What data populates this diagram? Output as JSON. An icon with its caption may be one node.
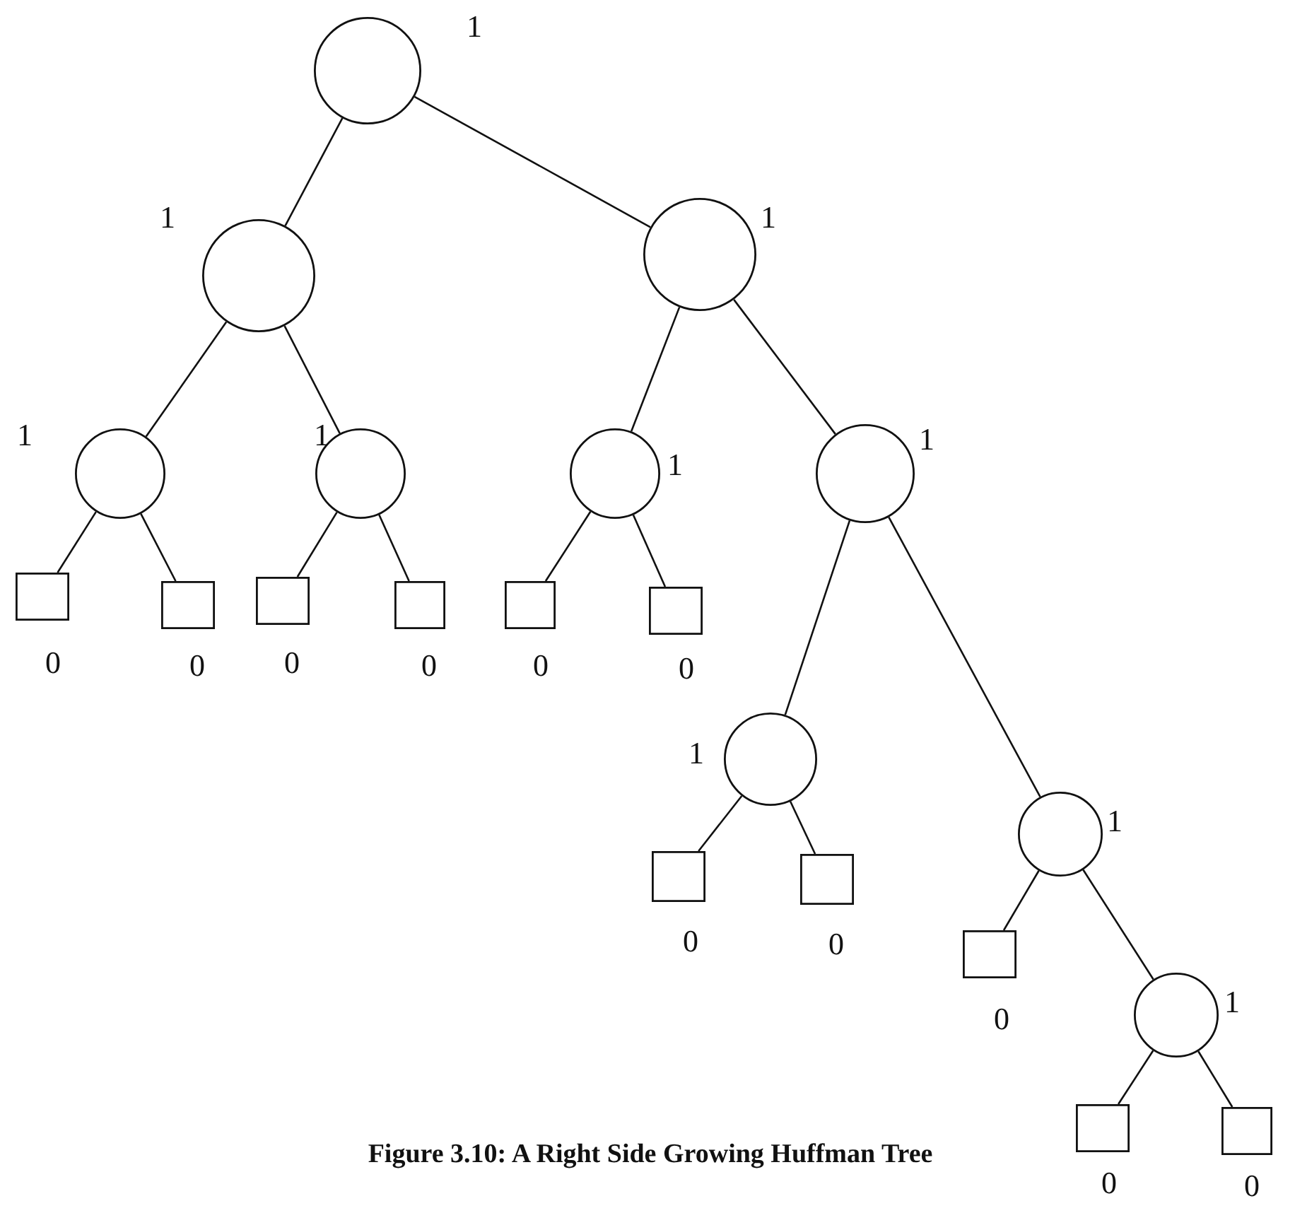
{
  "diagram": {
    "caption": "Figure 3.10: A Right Side Growing Huffman Tree",
    "nodes": [
      {
        "text": [],
        "shape": "circle",
        "beside": [
          "1"
        ]
      },
      {
        "text": [],
        "shape": "circle",
        "beside": [
          "1"
        ]
      },
      {
        "text": [],
        "shape": "circle",
        "beside": [
          "1"
        ]
      },
      {
        "text": [],
        "shape": "circle",
        "beside": [
          "1"
        ]
      },
      {
        "text": [],
        "shape": "circle",
        "beside": [
          "1"
        ]
      },
      {
        "text": [],
        "shape": "circle",
        "beside": [
          "1"
        ]
      },
      {
        "text": [],
        "shape": "circle",
        "beside": [
          "1"
        ]
      },
      {
        "text": [],
        "shape": "box",
        "beside": [
          "0"
        ]
      },
      {
        "text": [],
        "shape": "box",
        "beside": [
          "0"
        ]
      },
      {
        "text": [],
        "shape": "box",
        "beside": [
          "0"
        ]
      },
      {
        "text": [],
        "shape": "box",
        "beside": [
          "0"
        ]
      },
      {
        "text": [],
        "shape": "box",
        "beside": [
          "0"
        ]
      },
      {
        "text": [],
        "shape": "box",
        "beside": [
          "0"
        ]
      },
      {
        "text": [],
        "shape": "circle",
        "beside": [
          "1"
        ]
      },
      {
        "text": [],
        "shape": "circle",
        "beside": [
          "1"
        ]
      },
      {
        "text": [],
        "shape": "box",
        "beside": [
          "0"
        ]
      },
      {
        "text": [],
        "shape": "box",
        "beside": [
          "0"
        ]
      },
      {
        "text": [],
        "shape": "box",
        "beside": [
          "0"
        ]
      },
      {
        "text": [],
        "shape": "circle",
        "beside": [
          "1"
        ]
      },
      {
        "text": [],
        "shape": "box",
        "beside": [
          "0"
        ]
      },
      {
        "text": [],
        "shape": "box",
        "beside": [
          "0"
        ]
      }
    ],
    "edges": [
      {
        "from": 0,
        "to": 1,
        "arrow": "none"
      },
      {
        "from": 0,
        "to": 2,
        "arrow": "none"
      },
      {
        "from": 1,
        "to": 3,
        "arrow": "none"
      },
      {
        "from": 1,
        "to": 4,
        "arrow": "none"
      },
      {
        "from": 2,
        "to": 5,
        "arrow": "none"
      },
      {
        "from": 2,
        "to": 6,
        "arrow": "none"
      },
      {
        "from": 3,
        "to": 7,
        "arrow": "none"
      },
      {
        "from": 3,
        "to": 8,
        "arrow": "none"
      },
      {
        "from": 4,
        "to": 9,
        "arrow": "none"
      },
      {
        "from": 4,
        "to": 10,
        "arrow": "none"
      },
      {
        "from": 5,
        "to": 11,
        "arrow": "none"
      },
      {
        "from": 5,
        "to": 12,
        "arrow": "none"
      },
      {
        "from": 6,
        "to": 13,
        "arrow": "none"
      },
      {
        "from": 6,
        "to": 14,
        "arrow": "none"
      },
      {
        "from": 13,
        "to": 15,
        "arrow": "none"
      },
      {
        "from": 13,
        "to": 16,
        "arrow": "none"
      },
      {
        "from": 14,
        "to": 17,
        "arrow": "none"
      },
      {
        "from": 14,
        "to": 18,
        "arrow": "none"
      },
      {
        "from": 18,
        "to": 19,
        "arrow": "none"
      },
      {
        "from": 18,
        "to": 20,
        "arrow": "none"
      }
    ]
  }
}
